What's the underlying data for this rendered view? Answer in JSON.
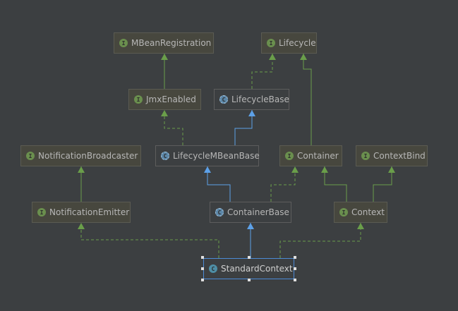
{
  "colors": {
    "background": "#3c3f41",
    "extends_line": "#5da1e8",
    "implements_line": "#6a9e4a",
    "interface_badge": "#6a8f4e",
    "class_badge": "#4e8ea5",
    "selection": "#4b8ad6"
  },
  "nodes": [
    {
      "id": "mbean",
      "label": "MBeanRegistration",
      "kind": "interface",
      "icon": "interface-icon",
      "badge": "I"
    },
    {
      "id": "lifecycle",
      "label": "Lifecycle",
      "kind": "interface",
      "icon": "interface-icon",
      "badge": "I"
    },
    {
      "id": "jmx",
      "label": "JmxEnabled",
      "kind": "interface",
      "icon": "interface-icon",
      "badge": "I"
    },
    {
      "id": "lcbase",
      "label": "LifecycleBase",
      "kind": "abstract",
      "icon": "abstract-class-icon",
      "badge": "C"
    },
    {
      "id": "nbroad",
      "label": "NotificationBroadcaster",
      "kind": "interface",
      "icon": "interface-icon",
      "badge": "I"
    },
    {
      "id": "lcmbean",
      "label": "LifecycleMBeanBase",
      "kind": "abstract",
      "icon": "abstract-class-icon",
      "badge": "C"
    },
    {
      "id": "container",
      "label": "Container",
      "kind": "interface",
      "icon": "interface-icon",
      "badge": "I"
    },
    {
      "id": "ctxbind",
      "label": "ContextBind",
      "kind": "interface",
      "icon": "interface-icon",
      "badge": "I"
    },
    {
      "id": "nemit",
      "label": "NotificationEmitter",
      "kind": "interface",
      "icon": "interface-icon",
      "badge": "I"
    },
    {
      "id": "cbase",
      "label": "ContainerBase",
      "kind": "abstract",
      "icon": "abstract-class-icon",
      "badge": "C"
    },
    {
      "id": "context",
      "label": "Context",
      "kind": "interface",
      "icon": "interface-icon",
      "badge": "I"
    },
    {
      "id": "stdctx",
      "label": "StandardContext",
      "kind": "class",
      "icon": "class-icon",
      "badge": "C",
      "selected": true
    }
  ],
  "edges": [
    {
      "from": "jmx",
      "to": "mbean",
      "type": "extends-interface"
    },
    {
      "from": "lcbase",
      "to": "lifecycle",
      "type": "implements"
    },
    {
      "from": "container",
      "to": "lifecycle",
      "type": "extends-interface"
    },
    {
      "from": "lcmbean",
      "to": "jmx",
      "type": "implements"
    },
    {
      "from": "lcmbean",
      "to": "lcbase",
      "type": "extends"
    },
    {
      "from": "nemit",
      "to": "nbroad",
      "type": "extends-interface"
    },
    {
      "from": "cbase",
      "to": "lcmbean",
      "type": "extends"
    },
    {
      "from": "cbase",
      "to": "container",
      "type": "implements"
    },
    {
      "from": "context",
      "to": "container",
      "type": "extends-interface"
    },
    {
      "from": "context",
      "to": "ctxbind",
      "type": "extends-interface"
    },
    {
      "from": "stdctx",
      "to": "nemit",
      "type": "implements"
    },
    {
      "from": "stdctx",
      "to": "cbase",
      "type": "extends"
    },
    {
      "from": "stdctx",
      "to": "context",
      "type": "implements"
    }
  ]
}
